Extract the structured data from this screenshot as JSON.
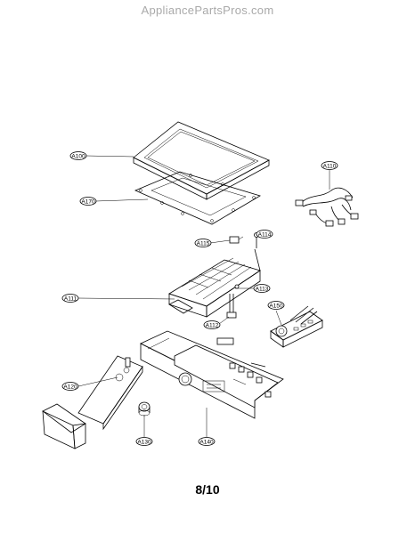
{
  "header": {
    "site": "AppliancePartsPros.com"
  },
  "footer": {
    "page": "8/10"
  },
  "callouts": [
    {
      "id": "a100",
      "label": "A100"
    },
    {
      "id": "a170",
      "label": "A170"
    },
    {
      "id": "a110",
      "label": "A110"
    },
    {
      "id": "a115",
      "label": "A115"
    },
    {
      "id": "a114",
      "label": "A114"
    },
    {
      "id": "a111",
      "label": "A111"
    },
    {
      "id": "a113",
      "label": "A113"
    },
    {
      "id": "a112",
      "label": "A112"
    },
    {
      "id": "a150",
      "label": "A150"
    },
    {
      "id": "a120",
      "label": "A120"
    },
    {
      "id": "a130",
      "label": "A130"
    },
    {
      "id": "a140",
      "label": "A140"
    }
  ]
}
